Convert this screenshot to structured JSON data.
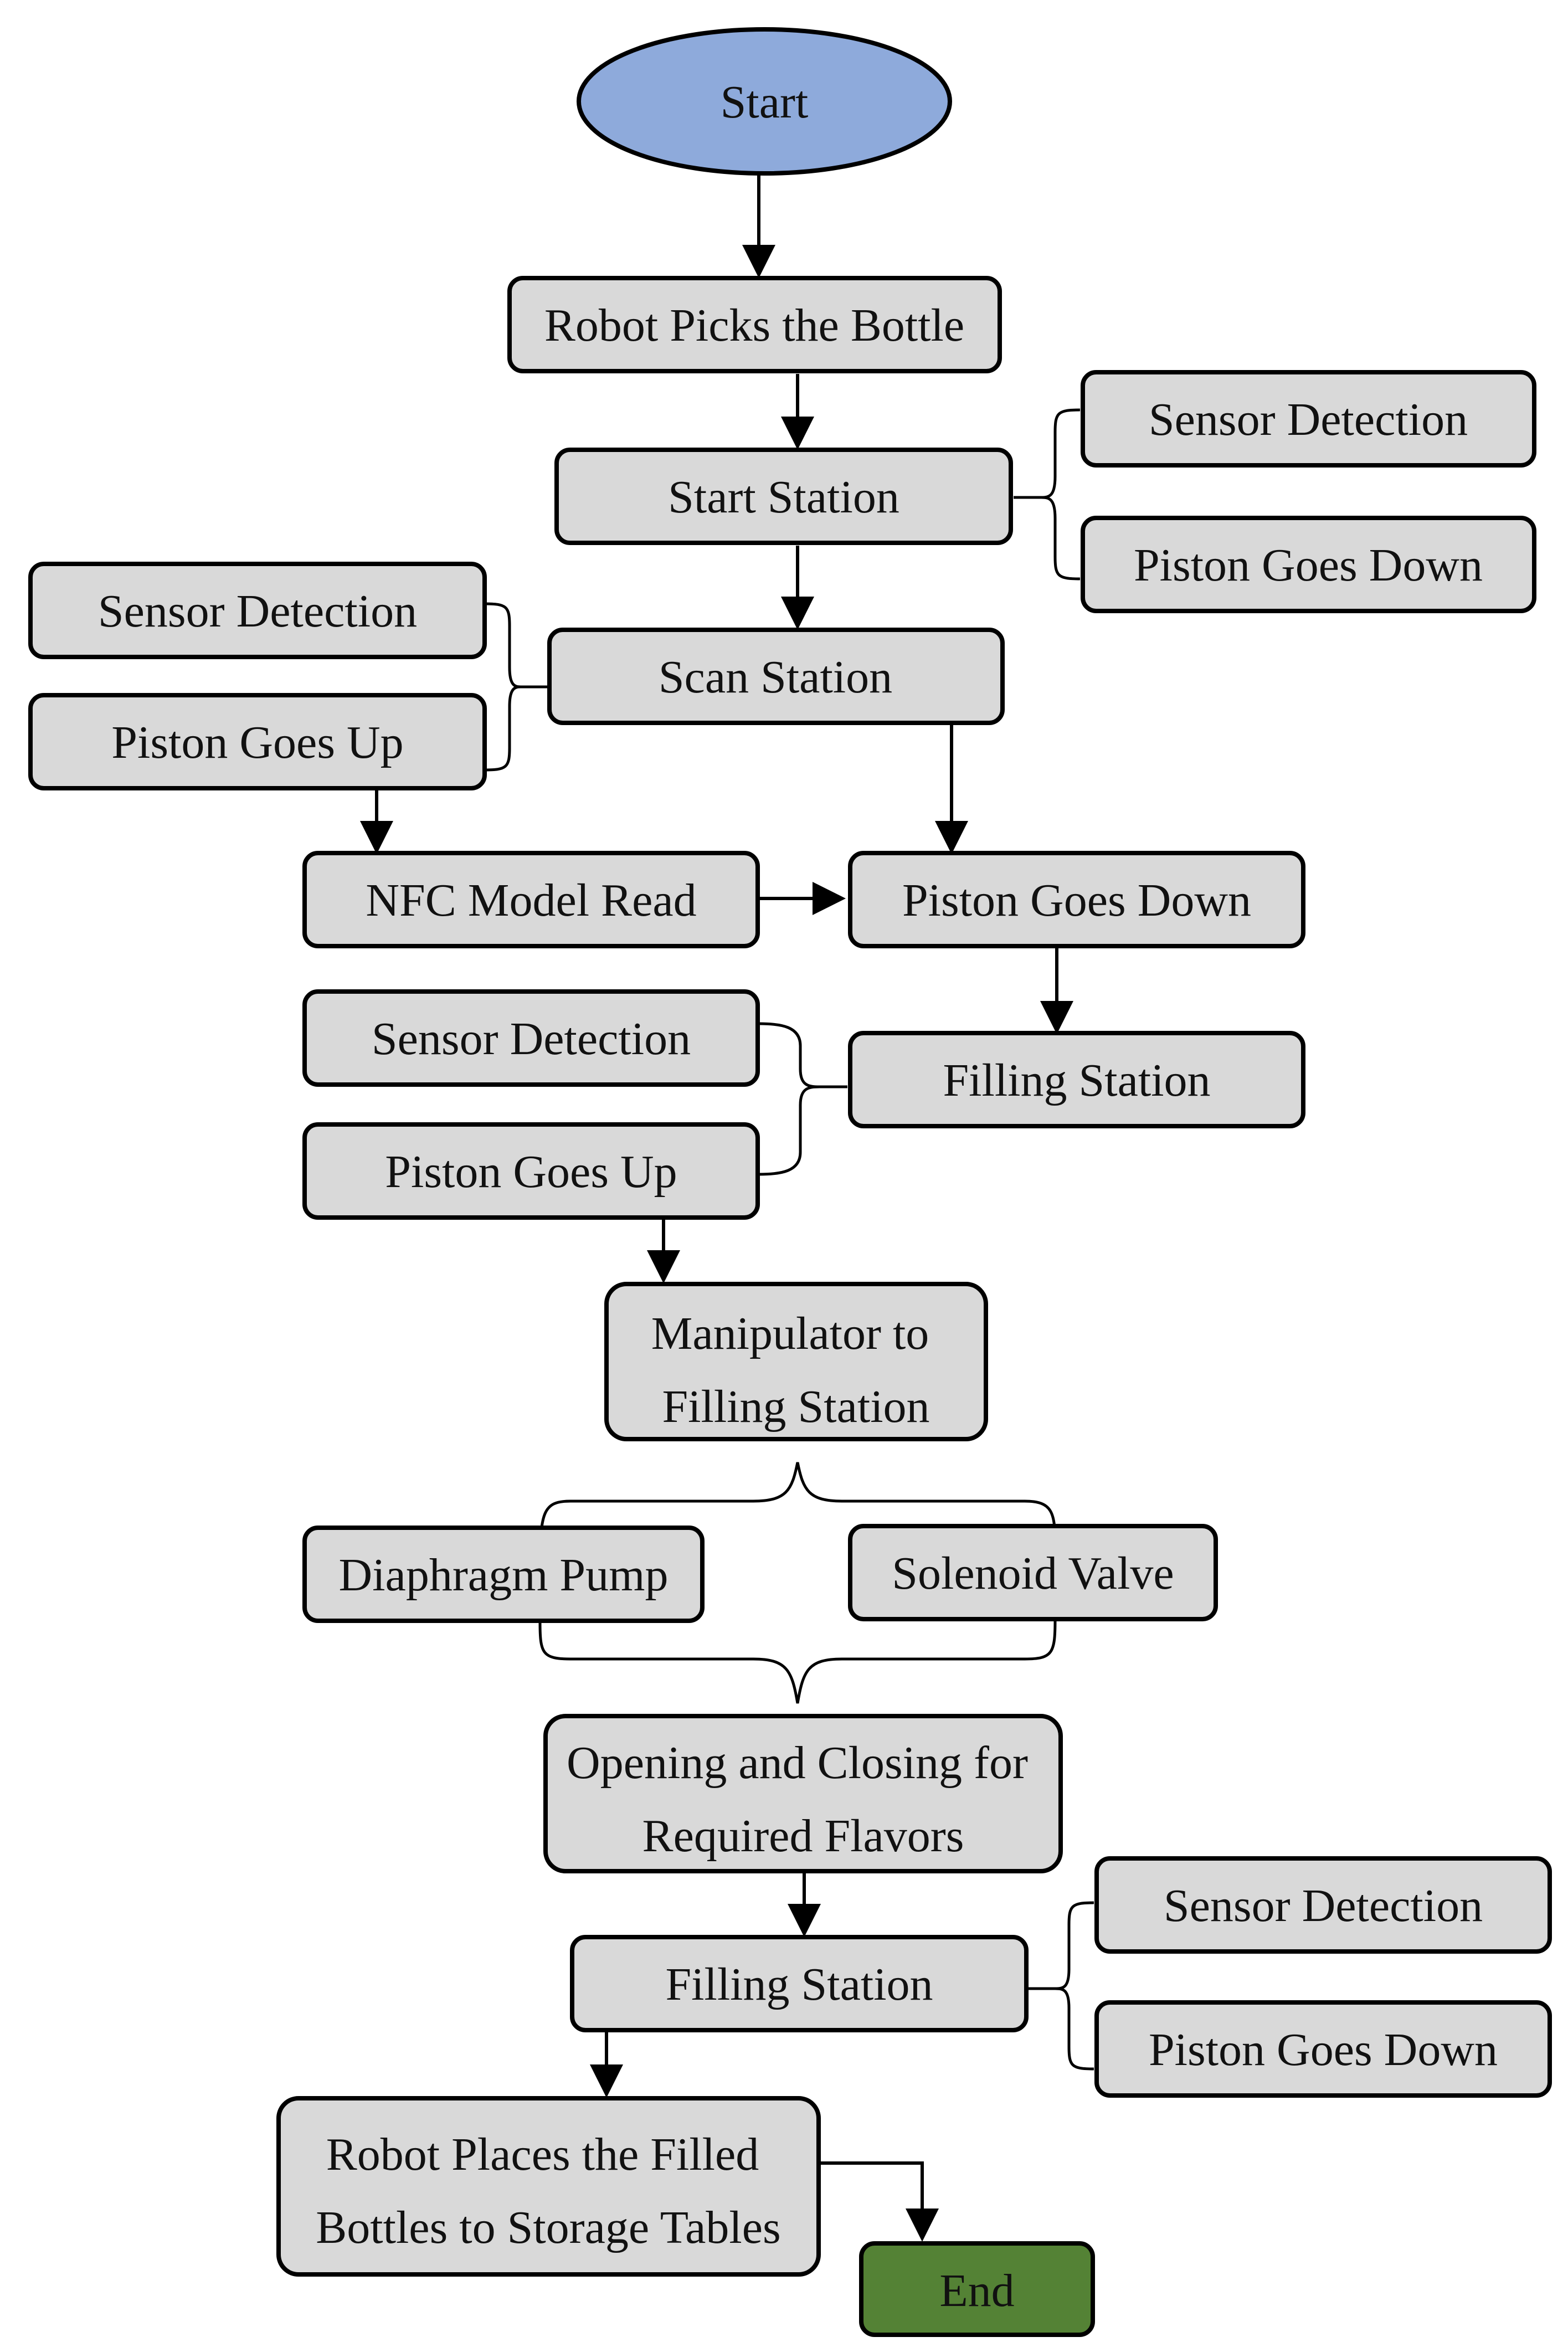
{
  "colors": {
    "start_fill": "#8eaadb",
    "end_fill": "#548235",
    "box_fill": "#d9d9d9",
    "stroke": "#000000"
  },
  "nodes": {
    "start": "Start",
    "robot_picks": "Robot Picks the Bottle",
    "start_station": "Start Station",
    "start_station_sensor": "Sensor Detection",
    "start_station_piston": "Piston Goes Down",
    "scan_station": "Scan Station",
    "scan_sensor": "Sensor Detection",
    "scan_piston": "Piston Goes Up",
    "nfc_read": "NFC Model Read",
    "piston_down_mid": "Piston Goes Down",
    "filling_station_1": "Filling Station",
    "filling1_sensor": "Sensor Detection",
    "filling1_piston": "Piston Goes Up",
    "manipulator_line1": "Manipulator to",
    "manipulator_line2": "Filling Station",
    "diaphragm_pump": "Diaphragm Pump",
    "solenoid_valve": "Solenoid Valve",
    "opening_line1": "Opening and Closing for",
    "opening_line2": "Required Flavors",
    "filling_station_2": "Filling Station",
    "filling2_sensor": "Sensor Detection",
    "filling2_piston": "Piston Goes Down",
    "robot_places_line1": "Robot Places the Filled",
    "robot_places_line2": "Bottles to Storage Tables",
    "end": "End"
  }
}
